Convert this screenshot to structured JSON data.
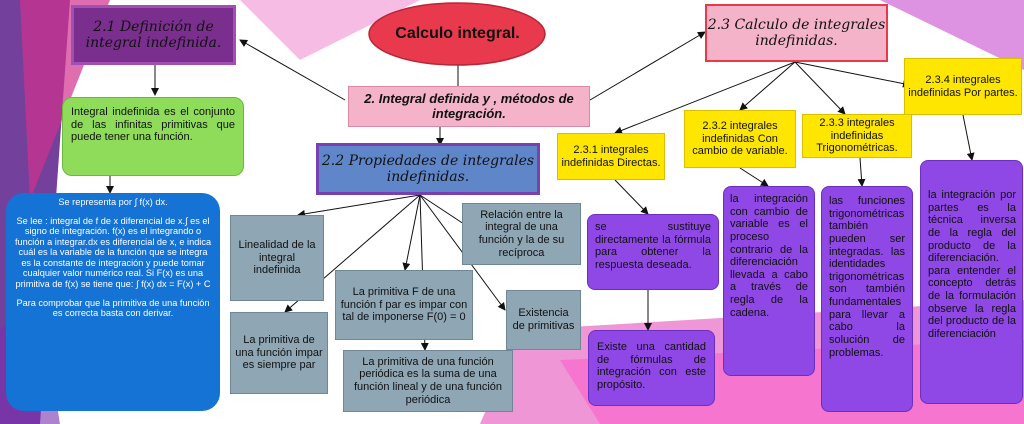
{
  "colors": {
    "main": "#e8394d",
    "pink": "#f4b3c8",
    "purple_header": "#7a2e8e",
    "green": "#8fdc5a",
    "blue": "#1573d6",
    "gray": "#8fa6b5",
    "yellow": "#ffe600",
    "violet": "#8f47e6"
  },
  "main_title": "Calculo integral.",
  "center": "2. Integral definida y , métodos de integración.",
  "s21": {
    "title": "2.1 Definición de integral indefinida.",
    "def": "Integral indefinida es el conjunto de las infinitas primitivas que puede tener una función.",
    "detail_l1": "Se representa por ∫ f(x) dx.",
    "detail_l2": "Se lee : integral de f de x diferencial de x.∫ es el signo de integración. f(x) es el integrando o función a integrar.dx es diferencial de x, e indica cuál es la variable de la función que se integra es la constante de integración y puede tomar cualquier valor numérico real. Si F(x) es una primitiva de f(x) se tiene que: ∫ f(x) dx = F(x) + C",
    "detail_l3": "Para comprobar que la primitiva de una función es correcta basta con derivar."
  },
  "s22": {
    "title": "2.2 Propiedades de integrales indefinidas.",
    "p1": "Linealidad de la integral indefinida",
    "p2": "La primitiva de una función impar es siempre par",
    "p3": "La primitiva F de una función f par es impar con tal de imponerse F(0) = 0",
    "p4": "La primitiva de una función periódica es la suma de una función lineal y de una función periódica",
    "p5": "Relación entre la integral de una función y la de su recíproca",
    "p6": "Existencia de primitivas"
  },
  "s23": {
    "title": "2.3 Calculo de integrales indefinidas.",
    "m1_title": "2.3.1 integrales indefinidas Directas.",
    "m1_a": "se sustituye directamente la fórmula para obtener la respuesta deseada.",
    "m1_b": "Existe una cantidad de fórmulas de integración con este propósito.",
    "m2_title": "2.3.2 integrales indefinidas Con cambio de variable.",
    "m2_a": "la integración con cambio de variable es el proceso contrario de la diferenciación llevada a cabo a través de regla de la cadena.",
    "m3_title": "2.3.3 integrales indefinidas Trigonométricas.",
    "m3_a": "las funciones trigonométricas también pueden ser integradas. las identidades trigonométricas son también fundamentales para llevar a cabo la solución de problemas.",
    "m4_title": "2.3.4 integrales indefinidas Por partes.",
    "m4_a": "la integración por partes es la técnica inversa de la regla del producto de la diferenciación. para entender el concepto detrás de la formulación observe la regla del producto de la diferenciación"
  }
}
